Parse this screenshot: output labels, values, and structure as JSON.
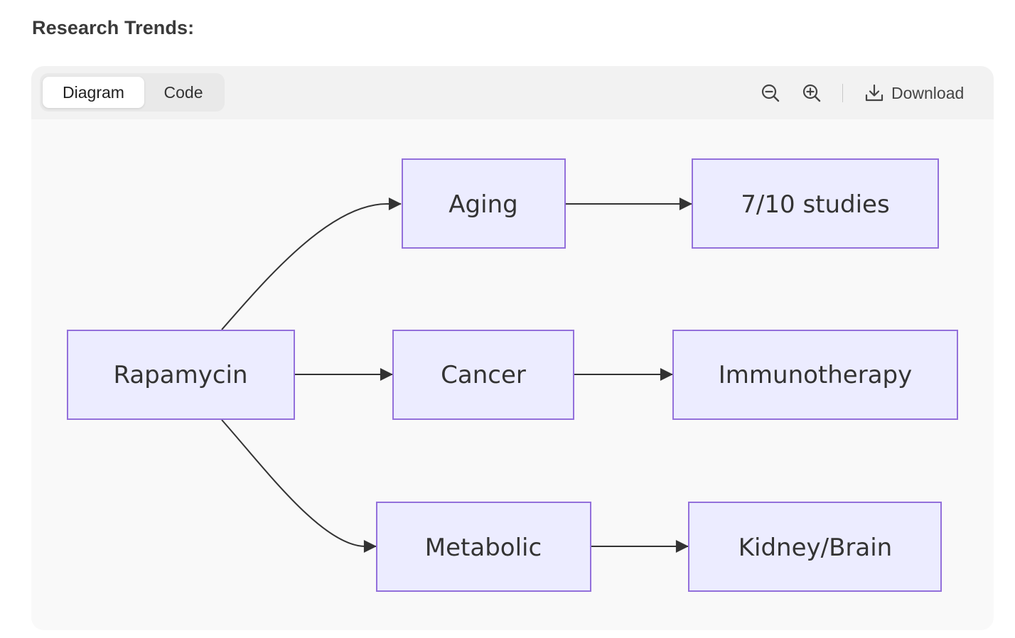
{
  "heading": "Research Trends:",
  "toolbar": {
    "tabs": [
      {
        "label": "Diagram",
        "active": true
      },
      {
        "label": "Code",
        "active": false
      }
    ],
    "zoom_out_icon": "zoom-out-icon",
    "zoom_in_icon": "zoom-in-icon",
    "download_label": "Download",
    "download_icon": "download-icon"
  },
  "diagram": {
    "type": "flowchart",
    "direction": "LR",
    "colors": {
      "node_fill": "#ececff",
      "node_stroke": "#9370db",
      "edge": "#333333",
      "text": "#333333"
    },
    "nodes": [
      {
        "id": "rapamycin",
        "label": "Rapamycin"
      },
      {
        "id": "aging",
        "label": "Aging"
      },
      {
        "id": "cancer",
        "label": "Cancer"
      },
      {
        "id": "metabolic",
        "label": "Metabolic"
      },
      {
        "id": "studies",
        "label": "7/10 studies"
      },
      {
        "id": "immunotherapy",
        "label": "Immunotherapy"
      },
      {
        "id": "kidney_brain",
        "label": "Kidney/Brain"
      }
    ],
    "edges": [
      {
        "from": "rapamycin",
        "to": "aging"
      },
      {
        "from": "rapamycin",
        "to": "cancer"
      },
      {
        "from": "rapamycin",
        "to": "metabolic"
      },
      {
        "from": "aging",
        "to": "studies"
      },
      {
        "from": "cancer",
        "to": "immunotherapy"
      },
      {
        "from": "metabolic",
        "to": "kidney_brain"
      }
    ]
  }
}
